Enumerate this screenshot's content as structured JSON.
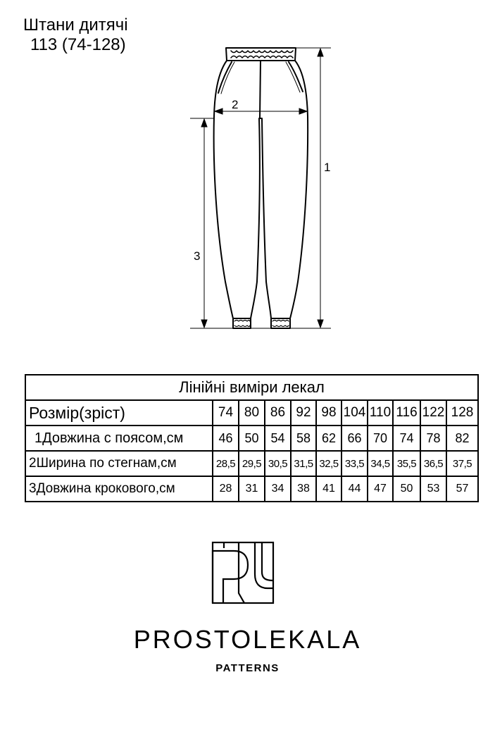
{
  "header": {
    "title": "Штани дитячі",
    "subtitle": "113 (74-128)"
  },
  "diagram": {
    "labels": [
      "1",
      "2",
      "3"
    ]
  },
  "table": {
    "caption": "Лінійні виміри лекал",
    "size_label": "Розмір(зріст)",
    "sizes": [
      "74",
      "80",
      "86",
      "92",
      "98",
      "104",
      "110",
      "116",
      "122",
      "128"
    ],
    "rows": [
      {
        "label": "1Довжина с поясом,см",
        "values": [
          "46",
          "50",
          "54",
          "58",
          "62",
          "66",
          "70",
          "74",
          "78",
          "82"
        ]
      },
      {
        "label": "2Ширина по стегнам,см",
        "values": [
          "28,5",
          "29,5",
          "30,5",
          "31,5",
          "32,5",
          "33,5",
          "34,5",
          "35,5",
          "36,5",
          "37,5"
        ]
      },
      {
        "label": "3Довжина крокового,см",
        "values": [
          "28",
          "31",
          "34",
          "38",
          "41",
          "44",
          "47",
          "50",
          "53",
          "57"
        ]
      }
    ]
  },
  "brand": {
    "name": "PROSTOLEKALA",
    "tagline": "PATTERNS"
  }
}
